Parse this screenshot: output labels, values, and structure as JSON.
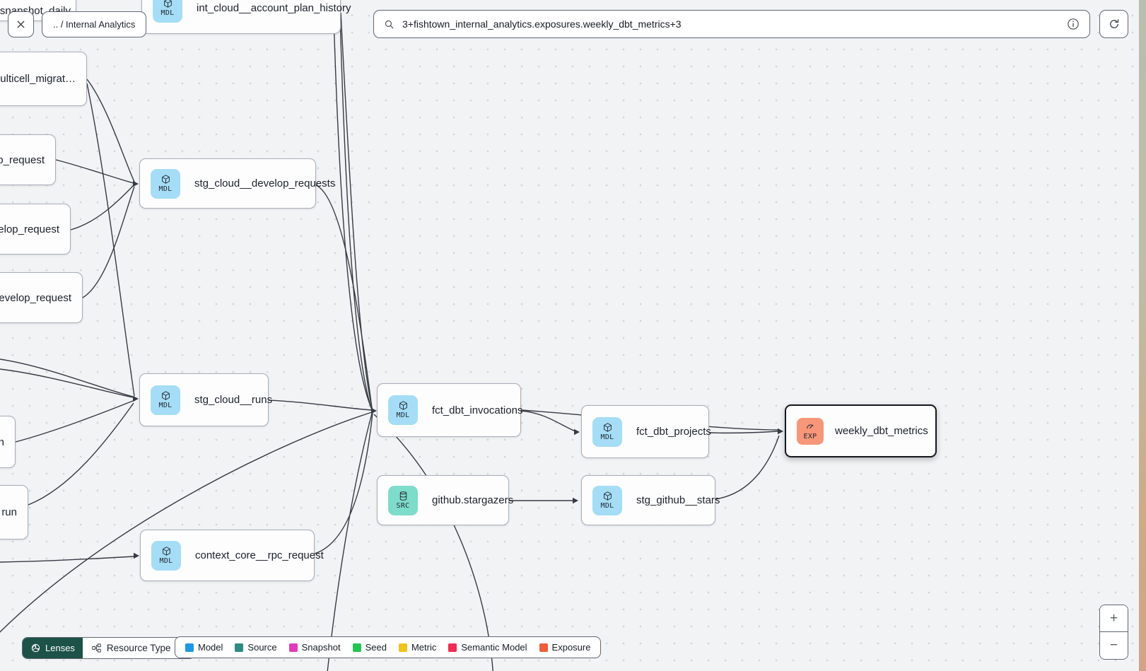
{
  "header": {
    "breadcrumb": ".. / Internal Analytics",
    "search": {
      "value": "3+fishtown_internal_analytics.exposures.weekly_dbt_metrics+3"
    }
  },
  "badge_colors": {
    "MDL": "#a5ddf6",
    "SRC": "#7edccb",
    "EXP": "#f79679"
  },
  "nodes": [
    {
      "label": "snapshot_daily",
      "badge": null
    },
    {
      "label": "int_cloud__account_plan_history",
      "badge": "MDL"
    },
    {
      "label": "multicell_migrat…",
      "badge": null
    },
    {
      "label": "p_request",
      "badge": null
    },
    {
      "label": "velop_request",
      "badge": null
    },
    {
      "label": "develop_request",
      "badge": null
    },
    {
      "label": "stg_cloud__develop_requests",
      "badge": "MDL"
    },
    {
      "label": "stg_cloud__runs",
      "badge": "MDL"
    },
    {
      "label": "n",
      "badge": null
    },
    {
      "label": "run",
      "badge": null
    },
    {
      "label": "context_core__rpc_request",
      "badge": "MDL"
    },
    {
      "label": "fct_dbt_invocations",
      "badge": "MDL"
    },
    {
      "label": "github.stargazers",
      "badge": "SRC"
    },
    {
      "label": "stg_github__stars",
      "badge": "MDL"
    },
    {
      "label": "fct_dbt_projects",
      "badge": "MDL"
    },
    {
      "label": "weekly_dbt_metrics",
      "badge": "EXP"
    }
  ],
  "footer": {
    "lenses_label": "Lenses",
    "resource_type_label": "Resource Type",
    "legend": [
      {
        "label": "Model",
        "color": "#2196e3"
      },
      {
        "label": "Source",
        "color": "#2e8a84"
      },
      {
        "label": "Snapshot",
        "color": "#e23abd"
      },
      {
        "label": "Seed",
        "color": "#21c44f"
      },
      {
        "label": "Metric",
        "color": "#edc31d"
      },
      {
        "label": "Semantic Model",
        "color": "#f02c55"
      },
      {
        "label": "Exposure",
        "color": "#ec5f38"
      }
    ],
    "zoom_in": "+",
    "zoom_out": "−"
  }
}
